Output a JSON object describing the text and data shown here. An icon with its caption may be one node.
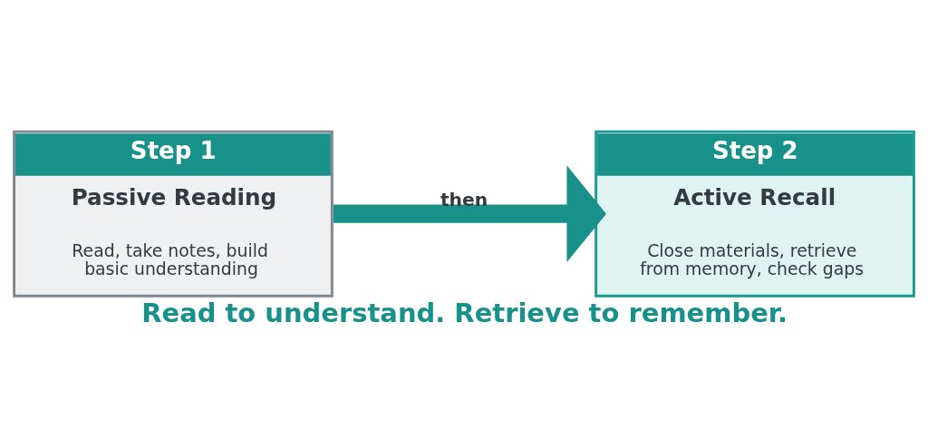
{
  "diagram": {
    "caption": "Read to understand. Retrieve to remember.",
    "nodes": [
      {
        "text": [
          "Step 1",
          "Passive Reading",
          "Read, take notes, build basic understanding"
        ]
      },
      {
        "text": [
          "Step 2",
          "Active Recall",
          "Close materials, retrieve from memory, check gaps"
        ]
      }
    ],
    "edges": [
      {
        "from": 0,
        "to": 1,
        "arrow": "to",
        "label": "then"
      }
    ]
  }
}
